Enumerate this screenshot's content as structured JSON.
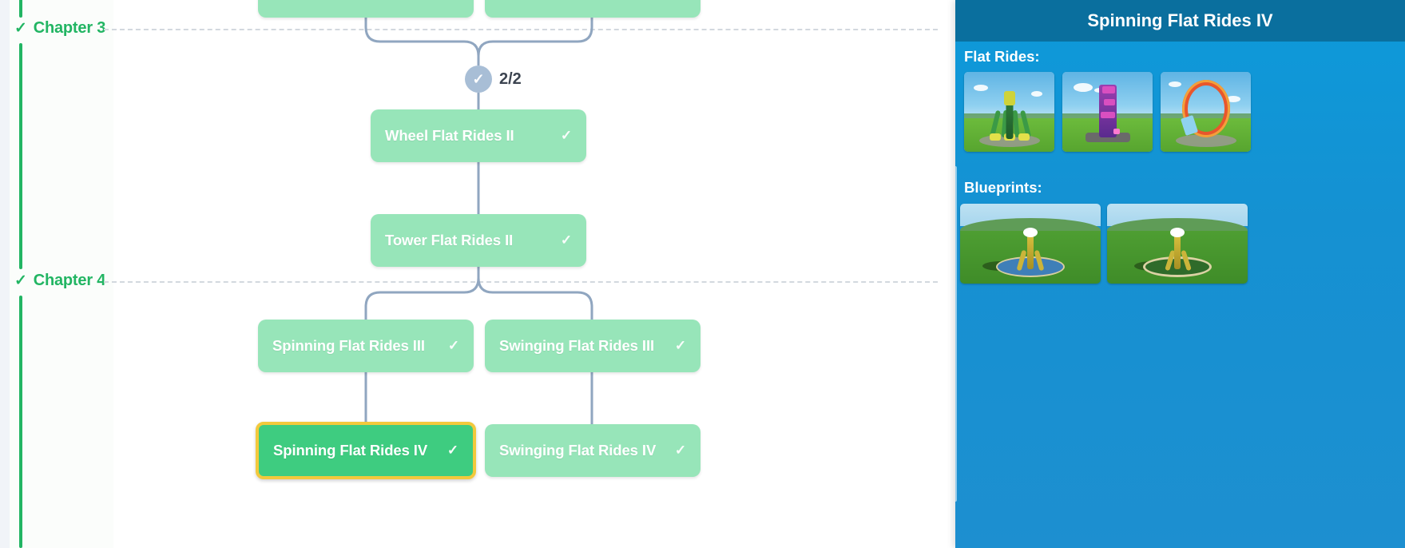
{
  "chapters": [
    {
      "id": "chapter-3",
      "label": "Chapter 3",
      "check": "✓"
    },
    {
      "id": "chapter-4",
      "label": "Chapter 4",
      "check": "✓"
    }
  ],
  "progress": {
    "badge_check": "✓",
    "count": "2/2"
  },
  "tree": {
    "node_check": "✓",
    "nodes": [
      {
        "id": "node-top-left",
        "label": "",
        "state": "done",
        "show_check": false
      },
      {
        "id": "node-top-right",
        "label": "",
        "state": "done",
        "show_check": false
      },
      {
        "id": "node-wheel-flat-rides-2",
        "label": "Wheel Flat Rides II",
        "state": "done",
        "show_check": true
      },
      {
        "id": "node-tower-flat-rides-2",
        "label": "Tower Flat Rides II",
        "state": "done",
        "show_check": true
      },
      {
        "id": "node-spinning-flat-rides-3",
        "label": "Spinning Flat Rides III",
        "state": "done",
        "show_check": true
      },
      {
        "id": "node-swinging-flat-rides-3",
        "label": "Swinging Flat Rides III",
        "state": "done",
        "show_check": true
      },
      {
        "id": "node-spinning-flat-rides-4",
        "label": "Spinning Flat Rides IV",
        "state": "selected",
        "show_check": true
      },
      {
        "id": "node-swinging-flat-rides-4",
        "label": "Swinging Flat Rides IV",
        "state": "done",
        "show_check": true
      }
    ]
  },
  "panel": {
    "title": "Spinning Flat Rides IV",
    "sections": [
      {
        "id": "flat-rides",
        "title": "Flat Rides:"
      },
      {
        "id": "blueprints",
        "title": "Blueprints:"
      }
    ],
    "flat_rides": [
      {
        "id": "flat-ride-thumb-1",
        "name": "green-spinning-ride-thumbnail"
      },
      {
        "id": "flat-ride-thumb-2",
        "name": "purple-tower-ride-thumbnail"
      },
      {
        "id": "flat-ride-thumb-3",
        "name": "orange-loop-ride-thumbnail"
      }
    ],
    "blueprints": [
      {
        "id": "blueprint-thumb-1",
        "name": "blue-base-blueprint-thumbnail"
      },
      {
        "id": "blueprint-thumb-2",
        "name": "green-base-blueprint-thumbnail"
      }
    ]
  },
  "colors": {
    "chapter_green": "#22b563",
    "node_done": "#97e5b9",
    "node_selected": "#3ecc80",
    "node_selected_border": "#f2c93c",
    "connector": "#90a6c0",
    "badge_circle": "#a8bed6",
    "panel_bg": "#1591d2",
    "panel_header": "#0a6f9e"
  }
}
